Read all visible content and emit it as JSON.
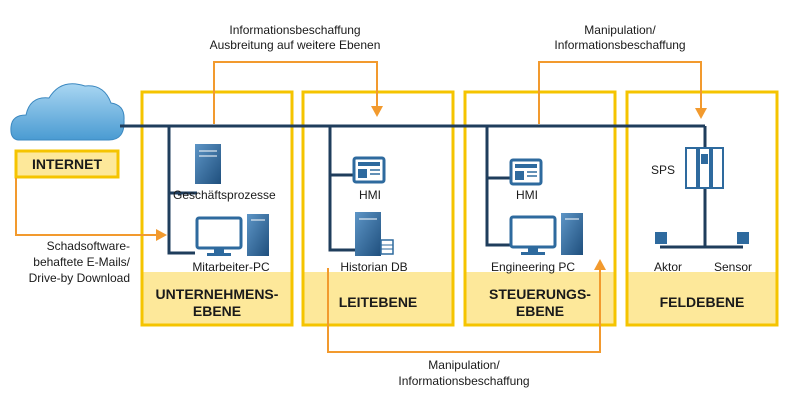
{
  "colors": {
    "zone_border": "#f5c400",
    "zone_band": "#fde89a",
    "bus": "#1f3d5c",
    "flow": "#f29a2e",
    "device": "#2e6a9e",
    "cloud": "#6fb4df"
  },
  "internet": {
    "label": "INTERNET"
  },
  "malware": {
    "line1": "Schadsoftware-",
    "line2": "behaftete E-Mails/",
    "line3": "Drive-by Download"
  },
  "top_flow_1": {
    "line1": "Informationsbeschaffung",
    "line2": "Ausbreitung auf weitere Ebenen"
  },
  "top_flow_2": {
    "line1": "Manipulation/",
    "line2": "Informationsbeschaffung"
  },
  "bottom_flow": {
    "line1": "Manipulation/",
    "line2": "Informationsbeschaffung"
  },
  "zones": {
    "unternehmen": {
      "title1": "UNTERNEHMENS-",
      "title2": "EBENE",
      "device1": "Geschäftsprozesse",
      "device2": "Mitarbeiter-PC"
    },
    "leit": {
      "title": "LEITEBENE",
      "device1": "HMI",
      "device2": "Historian DB"
    },
    "steuerung": {
      "title1": "STEUERUNGS-",
      "title2": "EBENE",
      "device1": "HMI",
      "device2": "Engineering PC"
    },
    "feld": {
      "title": "FELDEBENE",
      "device1": "SPS",
      "device2": "Aktor",
      "device3": "Sensor"
    }
  }
}
